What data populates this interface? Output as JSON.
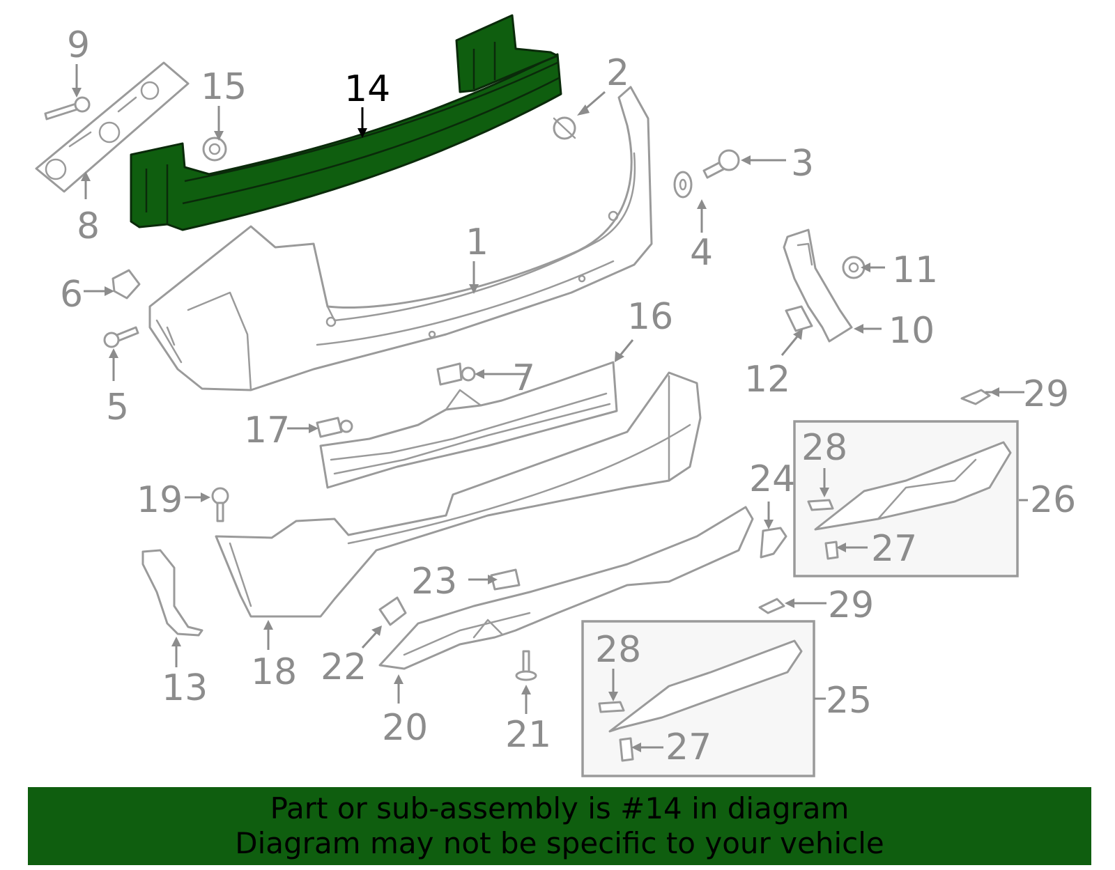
{
  "callouts": [
    "1",
    "2",
    "3",
    "4",
    "5",
    "6",
    "7",
    "8",
    "9",
    "10",
    "11",
    "12",
    "13",
    "14",
    "15",
    "16",
    "17",
    "18",
    "19",
    "20",
    "21",
    "22",
    "23",
    "24",
    "25",
    "26",
    "27",
    "27",
    "28",
    "28",
    "29",
    "29"
  ],
  "highlighted_part": "14",
  "highlight_color": "#0f5e0f",
  "banner": {
    "line1": "Part or sub-assembly is #14 in diagram",
    "line2": "Diagram may not be specific to your vehicle"
  }
}
